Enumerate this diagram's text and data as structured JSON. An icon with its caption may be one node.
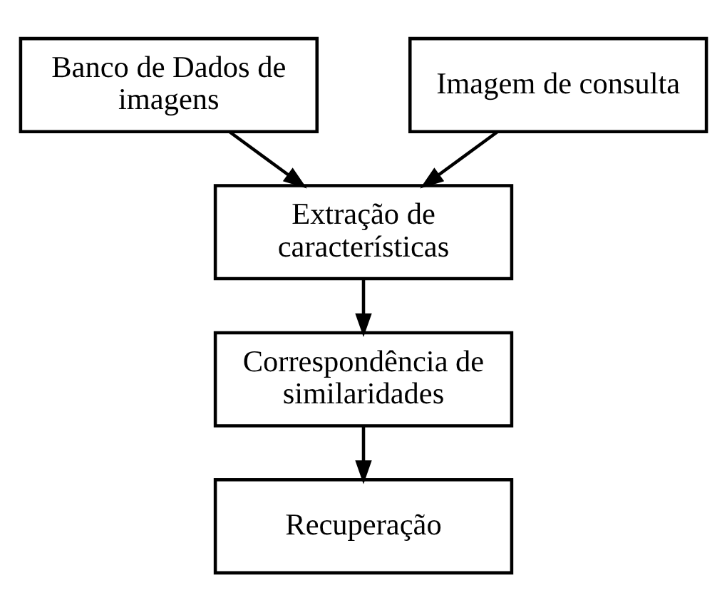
{
  "diagram": {
    "nodes": [
      {
        "text": [
          "Banco de Dados de imagens"
        ]
      },
      {
        "text": [
          "Imagem de consulta"
        ]
      },
      {
        "text": [
          "Extração de características"
        ]
      },
      {
        "text": [
          "Correspondência de similaridades"
        ]
      },
      {
        "text": [
          "Recuperação"
        ]
      }
    ],
    "edges": [
      {
        "from": 0,
        "to": 2,
        "arrow": "to"
      },
      {
        "from": 1,
        "to": 2,
        "arrow": "to"
      },
      {
        "from": 2,
        "to": 3,
        "arrow": "to"
      },
      {
        "from": 3,
        "to": 4,
        "arrow": "to"
      }
    ]
  }
}
